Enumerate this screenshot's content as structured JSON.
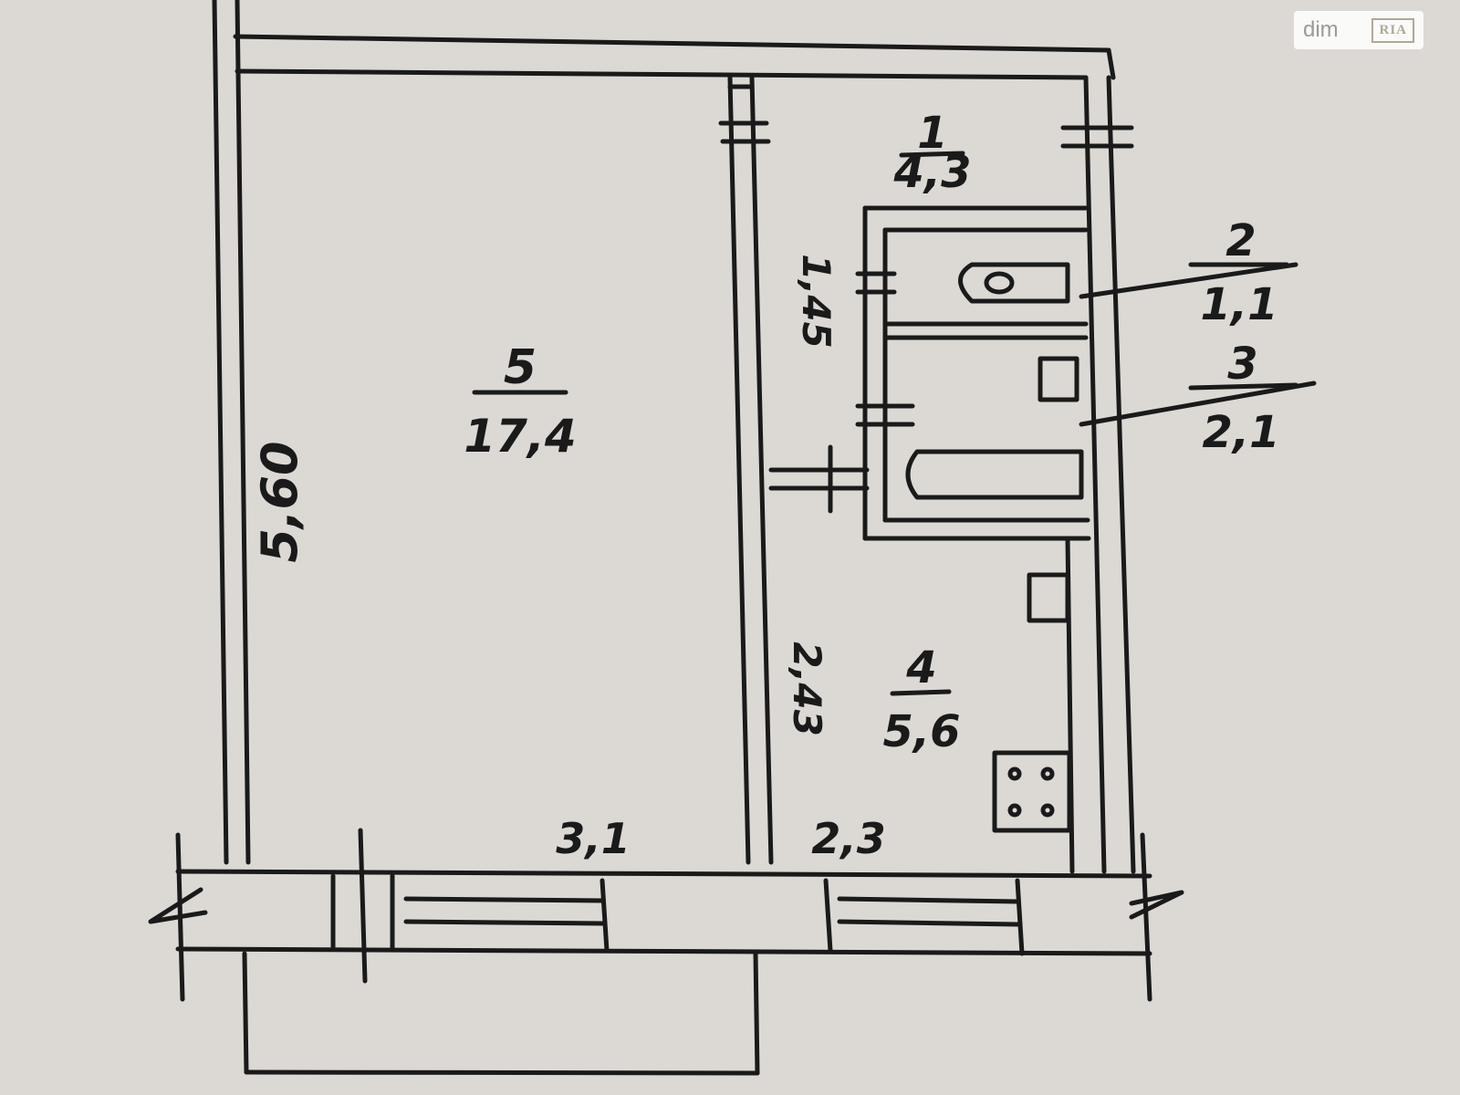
{
  "watermark": {
    "text": "dim",
    "badge": "RIA"
  },
  "rooms": [
    {
      "id": "5",
      "area": "17,4"
    },
    {
      "id": "1",
      "area": "4,3"
    },
    {
      "id": "2",
      "area": "1,1"
    },
    {
      "id": "3",
      "area": "2,1"
    },
    {
      "id": "4",
      "area": "5,6"
    }
  ],
  "dimensions": {
    "height_left": "5,60",
    "height_corridor": "1,45",
    "height_kitchen": "2,43",
    "width_room": "3,1",
    "width_kitchen": "2,3"
  },
  "colors": {
    "paper": "#dcd9d4",
    "ink": "#1a1a1a"
  }
}
